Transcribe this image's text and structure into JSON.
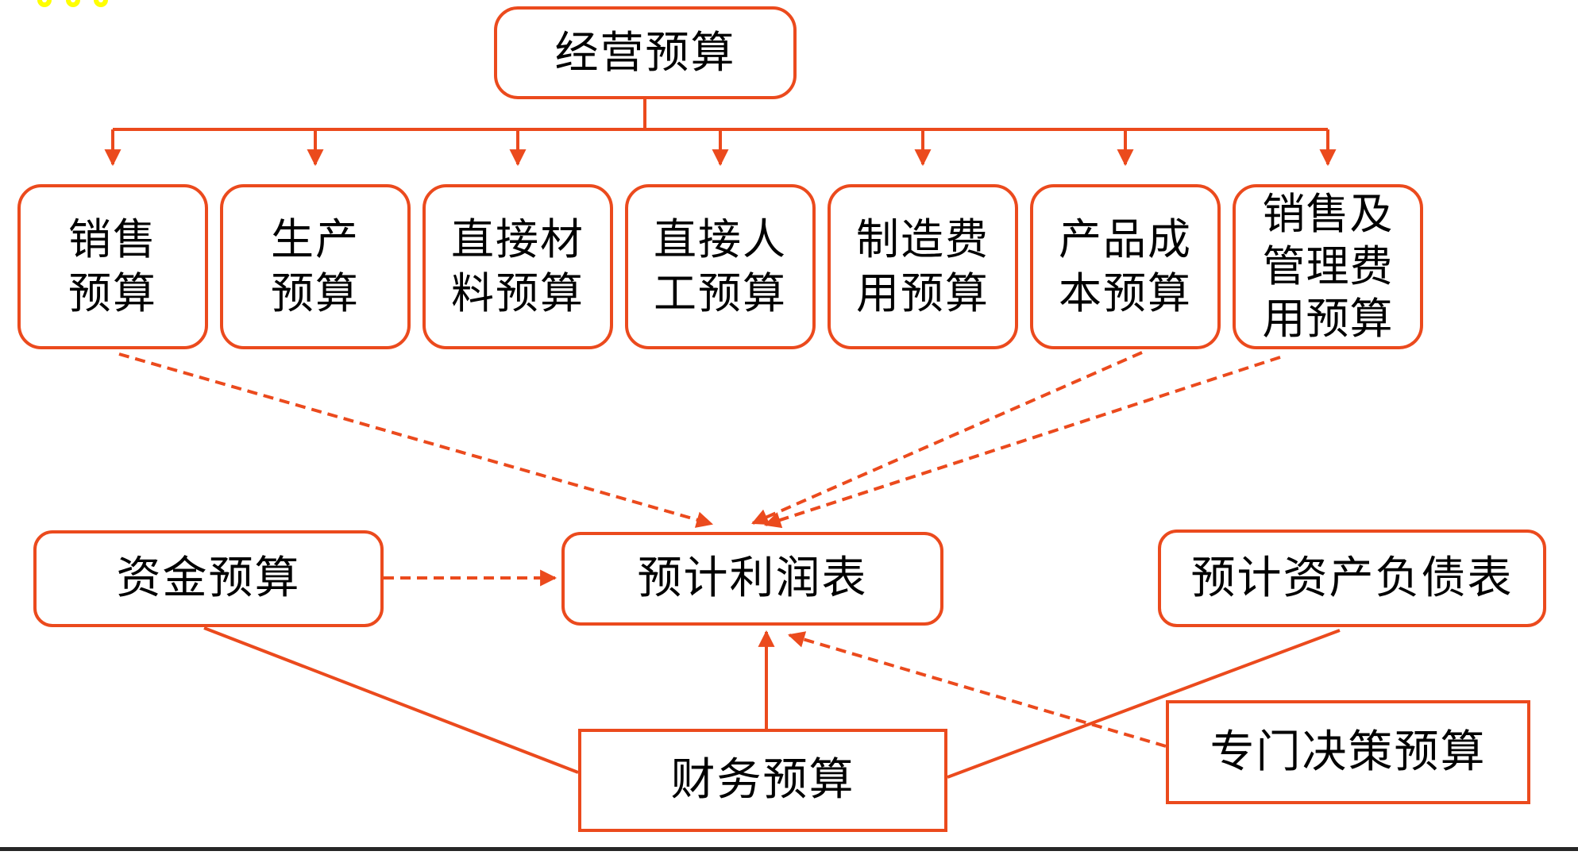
{
  "diagram": {
    "accent_color": "#EB4A1D",
    "text_color": "#000000",
    "decoration_color": "#FFFF00",
    "nodes": {
      "operating_budget": {
        "label": "经营预算"
      },
      "sales_budget": {
        "label": "销售\n预算"
      },
      "production_budget": {
        "label": "生产\n预算"
      },
      "direct_materials_budget": {
        "label": "直接材\n料预算"
      },
      "direct_labor_budget": {
        "label": "直接人\n工预算"
      },
      "manufacturing_overhead_budget": {
        "label": "制造费\n用预算"
      },
      "product_cost_budget": {
        "label": "产品成\n本预算"
      },
      "selling_admin_expense_budget": {
        "label": "销售及\n管理费\n用预算"
      },
      "cash_budget": {
        "label": "资金预算"
      },
      "budgeted_income_statement": {
        "label": "预计利润表"
      },
      "budgeted_balance_sheet": {
        "label": "预计资产负债表"
      },
      "financial_budget": {
        "label": "财务预算"
      },
      "special_decision_budget": {
        "label": "专门决策预算"
      }
    }
  }
}
